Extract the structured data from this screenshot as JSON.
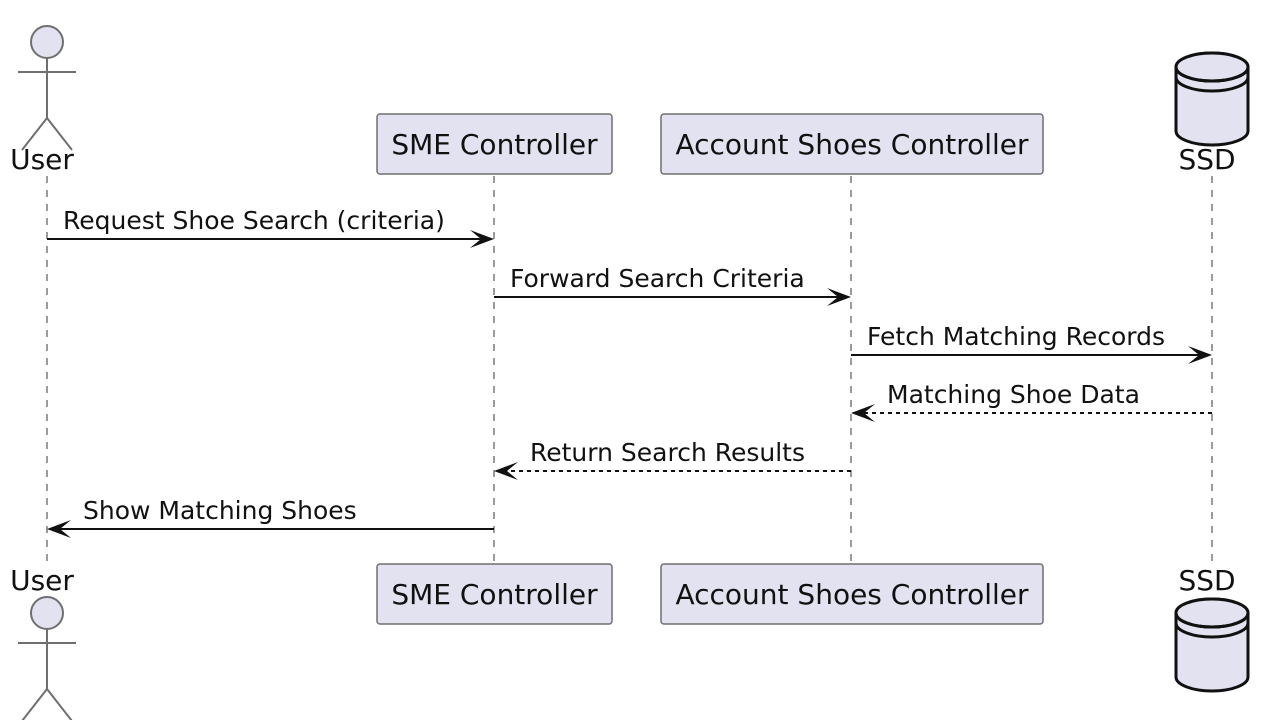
{
  "diagram": {
    "title": "",
    "participants": [
      {
        "id": "user",
        "label": "User",
        "kind": "actor"
      },
      {
        "id": "sme",
        "label": "SME Controller",
        "kind": "participant"
      },
      {
        "id": "acct",
        "label": "Account Shoes Controller",
        "kind": "participant"
      },
      {
        "id": "ssd",
        "label": "SSD",
        "kind": "database"
      }
    ],
    "messages": [
      {
        "from": "user",
        "to": "sme",
        "label": "Request Shoe Search (criteria)",
        "style": "solid"
      },
      {
        "from": "sme",
        "to": "acct",
        "label": "Forward Search Criteria",
        "style": "solid"
      },
      {
        "from": "acct",
        "to": "ssd",
        "label": "Fetch Matching Records",
        "style": "solid"
      },
      {
        "from": "ssd",
        "to": "acct",
        "label": "Matching Shoe Data",
        "style": "dashed"
      },
      {
        "from": "acct",
        "to": "sme",
        "label": "Return Search Results",
        "style": "dashed"
      },
      {
        "from": "sme",
        "to": "user",
        "label": "Show Matching Shoes",
        "style": "solid"
      }
    ]
  }
}
